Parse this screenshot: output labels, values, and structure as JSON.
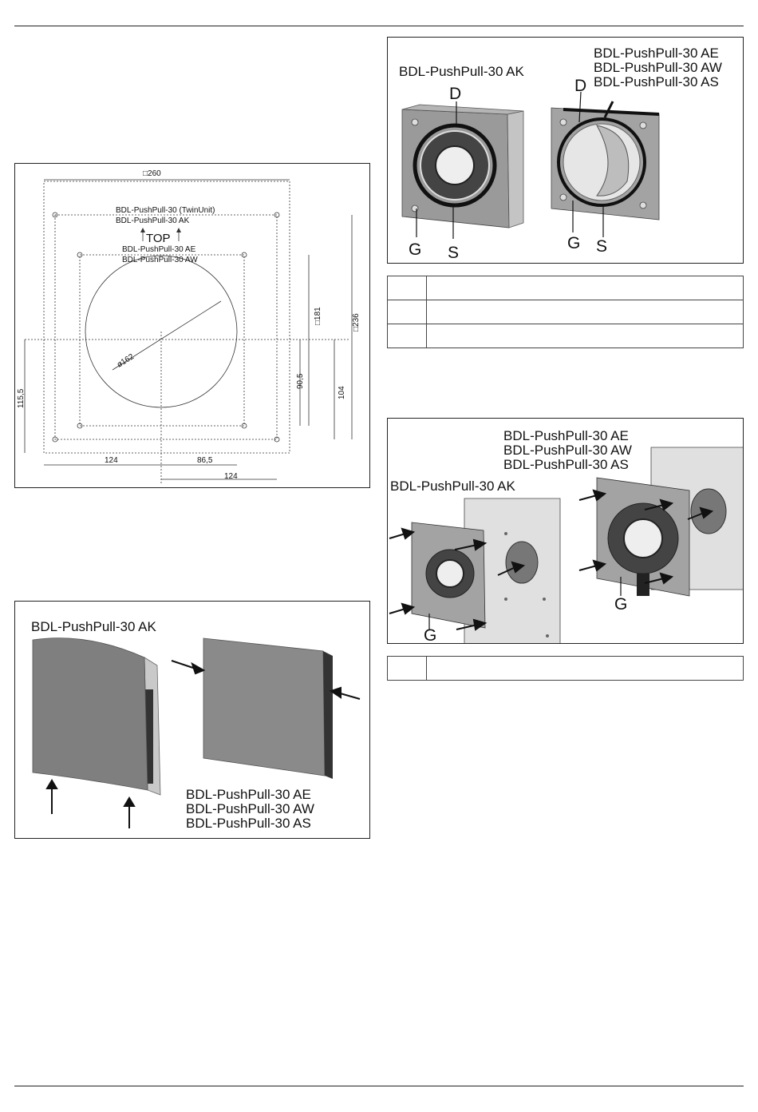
{
  "dimension_drawing": {
    "outer_square": "□260",
    "label_twinunit": "BDL-PushPull-30 (TwinUnit)",
    "label_ak": "BDL-PushPull-30 AK",
    "top_marker": "TOP",
    "label_ae": "BDL-PushPull-30 AE",
    "label_aw": "BDL-PushPull-30 AW",
    "dim_181": "□181",
    "dim_236": "□236",
    "dim_diameter": "ø162",
    "dim_90_5": "90,5",
    "dim_104": "104",
    "dim_115_5": "115,5",
    "dim_124_left": "124",
    "dim_86_5": "86,5",
    "dim_124_bottom": "124"
  },
  "seal_figure": {
    "label_ak": "BDL-PushPull-30 AK",
    "label_ae": "BDL-PushPull-30 AE",
    "label_aw": "BDL-PushPull-30 AW",
    "label_as": "BDL-PushPull-30 AS",
    "letter_d": "D",
    "letter_g": "G",
    "letter_s": "S"
  },
  "mount_figure": {
    "label_ae": "BDL-PushPull-30 AE",
    "label_aw": "BDL-PushPull-30 AW",
    "label_as": "BDL-PushPull-30 AS",
    "label_ak": "BDL-PushPull-30 AK",
    "letter_g": "G"
  },
  "cover_figure": {
    "label_ak": "BDL-PushPull-30 AK",
    "label_ae": "BDL-PushPull-30 AE",
    "label_aw": "BDL-PushPull-30 AW",
    "label_as": "BDL-PushPull-30 AS"
  }
}
